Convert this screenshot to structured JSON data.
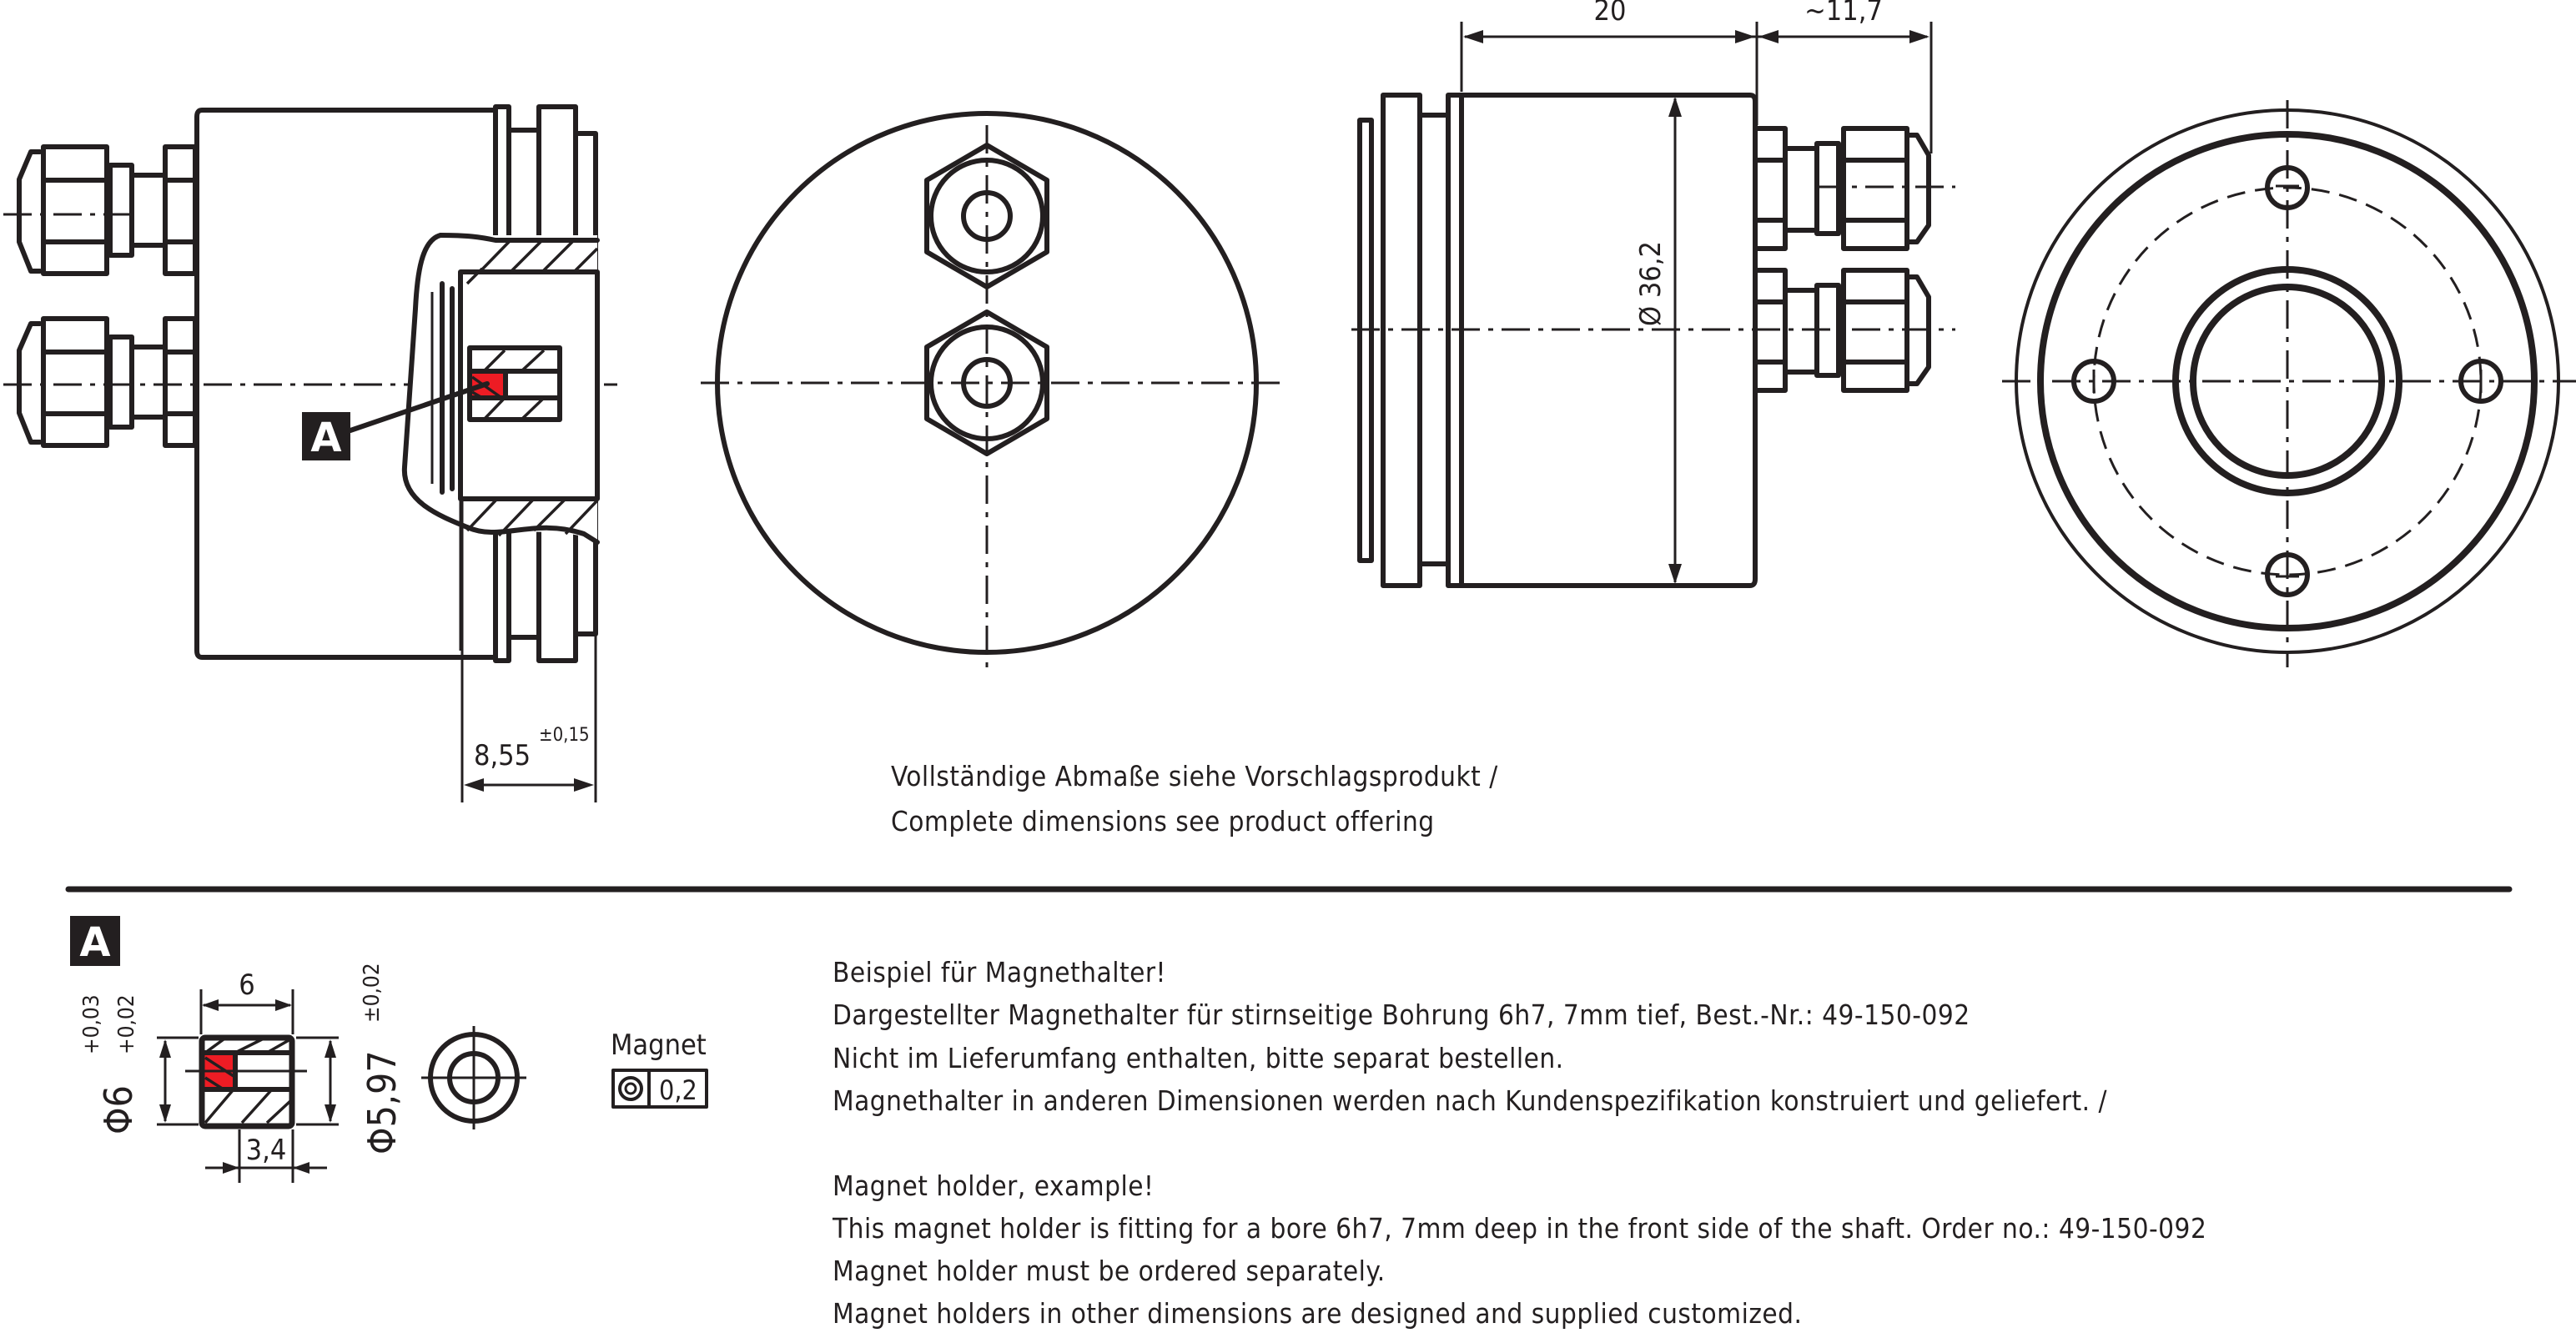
{
  "drawing": {
    "title": "Magnet holder installation drawing",
    "accent_color": "#ed1c24",
    "line_color": "#231f20"
  },
  "views": {
    "side_section": {
      "detail_marker": "A",
      "dimension_value": "8,55",
      "dimension_tolerance": "±0,15"
    },
    "rear_view": {},
    "side_view_right": {
      "dimension_length": "20",
      "dimension_gland": "~11,7",
      "dimension_diameter": "Ø 36,2"
    },
    "front_flange_view": {}
  },
  "center_note": {
    "line_de": "Vollständige Abmaße siehe Vorschlagsprodukt /",
    "line_en": "Complete dimensions see product offering"
  },
  "detail_a": {
    "marker": "A",
    "width_dim": "6",
    "depth_dim": "3,4",
    "outer_dia": "Φ6",
    "outer_tol_upper": "+0,03",
    "outer_tol_lower": "+0,02",
    "inner_dia": "Φ5,97",
    "inner_tol": "±0,02",
    "magnet_label": "Magnet",
    "tolerance_symbol": "concentricity",
    "tolerance_value": "0,2"
  },
  "notes_de": [
    "Beispiel für Magnethalter!",
    "Dargestellter Magnethalter für stirnseitige Bohrung 6h7, 7mm tief, Best.-Nr.: 49-150-092",
    "Nicht im Lieferumfang enthalten, bitte separat bestellen.",
    "Magnethalter in anderen Dimensionen werden nach Kundenspezifikation konstruiert und geliefert.  /"
  ],
  "notes_en": [
    "Magnet holder, example!",
    "This magnet holder is fitting for a bore 6h7, 7mm deep in the front side of the shaft. Order no.: 49-150-092",
    "Magnet holder must be ordered separately.",
    "Magnet holders in other dimensions are designed and supplied customized."
  ]
}
